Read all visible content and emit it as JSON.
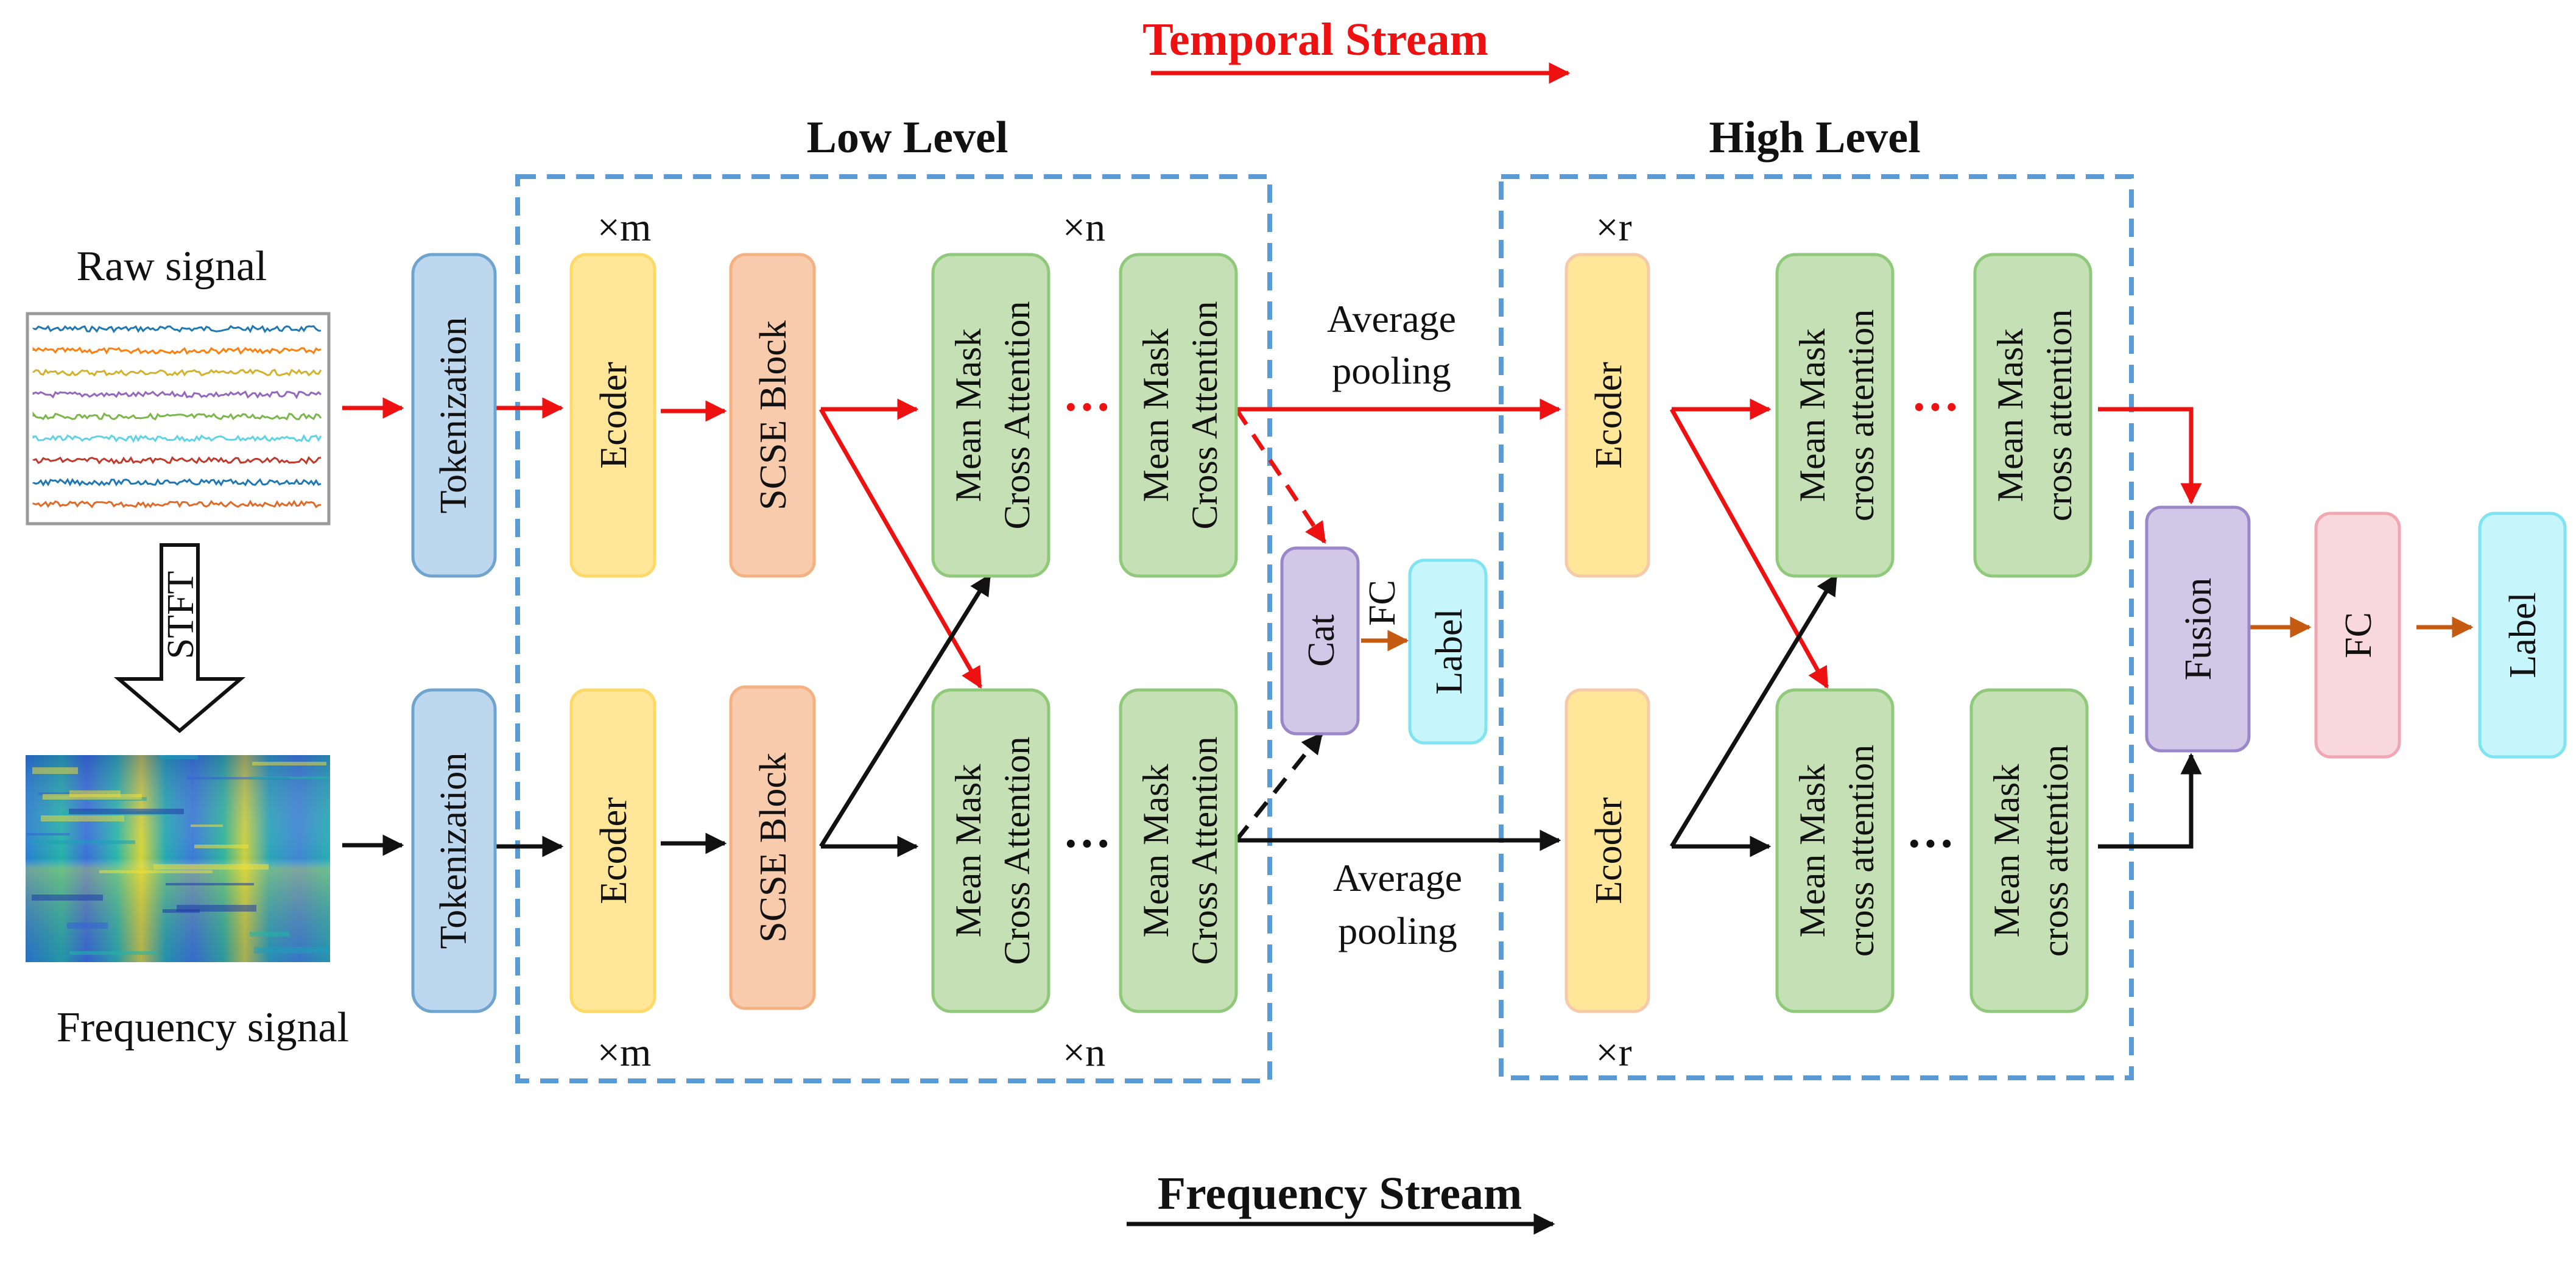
{
  "title_temporal": "Temporal Stream",
  "title_frequency": "Frequency Stream",
  "group_low": "Low Level",
  "group_high": "High Level",
  "input_raw": "Raw signal",
  "input_freq": "Frequency signal",
  "stft": "STFT",
  "tokenization": "Tokenization",
  "encoder": "Ecoder",
  "scse": "SCSE Block",
  "mmca_line1": "Mean Mask",
  "mmca_line2": "Cross Attention",
  "mmca_lower_line2": "cross attention",
  "avg_line1": "Average",
  "avg_line2": "pooling",
  "cat": "Cat",
  "fc": "FC",
  "label": "Label",
  "fusion": "Fusion",
  "rep_m": "×m",
  "rep_n": "×n",
  "rep_r": "×r",
  "dots": "···",
  "colors": {
    "temporal": "#ee1111",
    "frequency": "#111111",
    "dashed_box": "#5b9bd5",
    "orange_arrow": "#c55a11",
    "tokenization_fill": "#bdd7ee",
    "tokenization_stroke": "#6fa4cf",
    "encoder_fill": "#ffe699",
    "encoder_stroke": "#ffd966",
    "scse_fill": "#f8cbad",
    "scse_stroke": "#f4b183",
    "mmca_fill": "#c5e0b4",
    "mmca_stroke": "#8fc97a",
    "cat_fill": "#d0c8e6",
    "cat_stroke": "#9a87c9",
    "label_fill": "#c6f6fc",
    "label_stroke": "#7fe3f2",
    "fc_fill": "#f8d7dd",
    "fc_stroke": "#f0a7b3"
  }
}
